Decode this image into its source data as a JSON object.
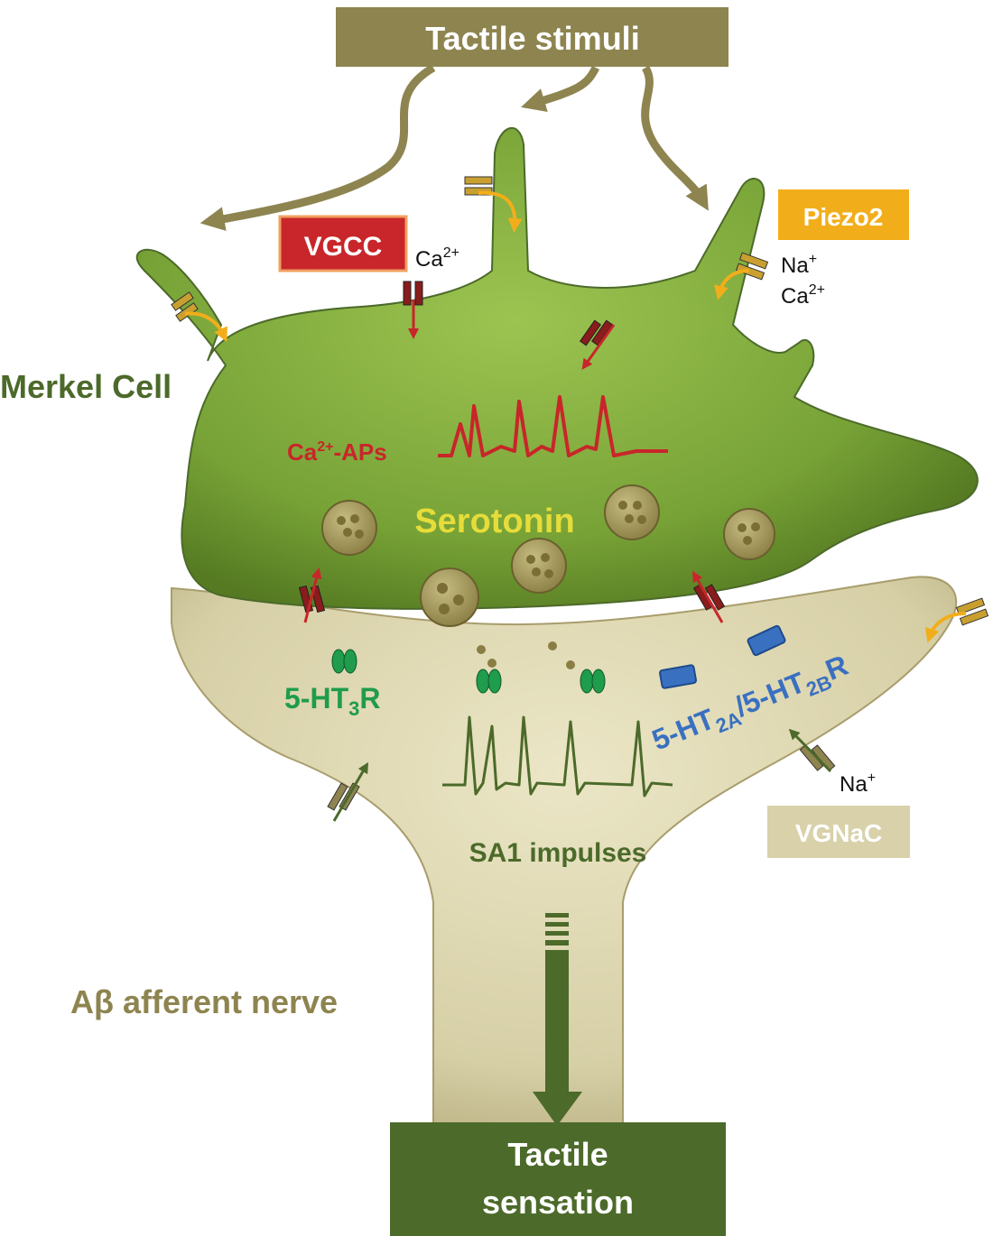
{
  "stimulus_box": {
    "label": "Tactile stimuli"
  },
  "cell_label": "Merkel Cell",
  "nerve_label": "Aβ afferent nerve",
  "output_box": {
    "line1": "Tactile",
    "line2": "sensation"
  },
  "channels": {
    "vgcc": {
      "label": "VGCC",
      "ion_base": "Ca",
      "ion_sup": "2+"
    },
    "piezo2": {
      "label": "Piezo2",
      "ion1_base": "Na",
      "ion1_sup": "+",
      "ion2_base": "Ca",
      "ion2_sup": "2+"
    },
    "vgnac": {
      "label": "VGNaC",
      "ion_base": "Na",
      "ion_sup": "+"
    }
  },
  "ca_aps": {
    "base": "Ca",
    "sup": "2+",
    "suffix": "-APs"
  },
  "serotonin_label": "Serotonin",
  "receptors": {
    "ht3r": {
      "prefix": "5-HT",
      "sub": "3",
      "suffix": "R"
    },
    "ht2r": {
      "prefix": "5-HT",
      "sub1": "2A",
      "mid": "/5-HT",
      "sub2": "2B",
      "suffix": "R"
    }
  },
  "impulses_label": "SA1 impulses",
  "colors": {
    "olive": "#8e8450",
    "cell_green": "#7aa63a",
    "dark_green": "#4c6a2a",
    "nerve_beige": "#d8d1aa",
    "red": "#c8262a",
    "yellow": "#f2ae1a",
    "serotonin_yellow": "#e6dc3a",
    "receptor_green": "#1f9c4c",
    "receptor_blue": "#3a70c0"
  }
}
